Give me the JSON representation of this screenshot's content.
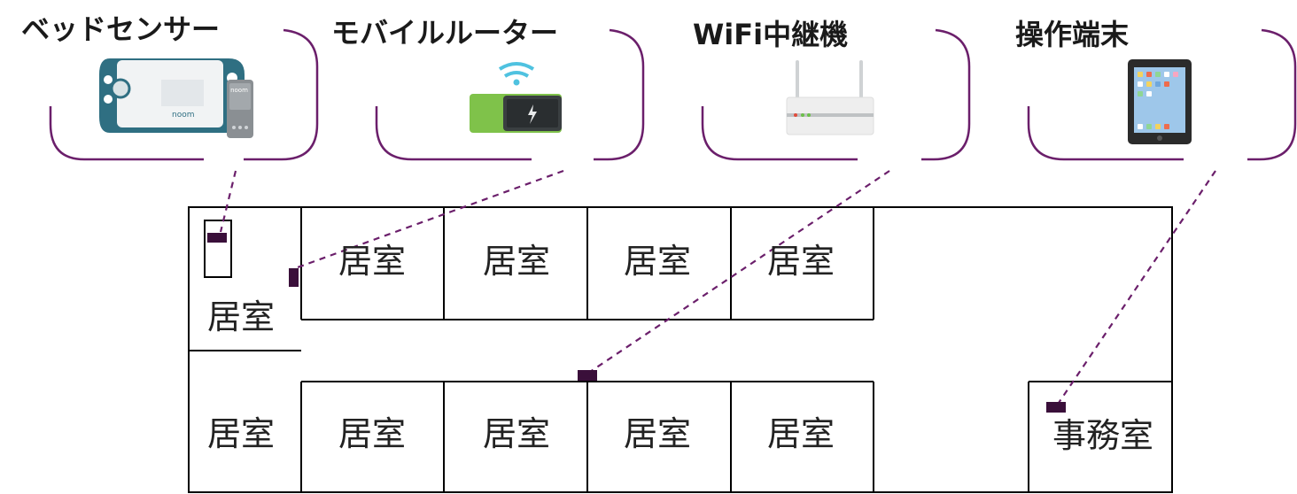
{
  "devices": [
    {
      "id": "bed-sensor",
      "title": "ベッドセンサー",
      "icon": "bed-sensor-device-icon",
      "brand_text": "noom"
    },
    {
      "id": "mobile-router",
      "title": "モバイルルーター",
      "icon": "mobile-router-icon"
    },
    {
      "id": "wifi-repeater",
      "title": "WiFi中継機",
      "icon": "wifi-repeater-icon"
    },
    {
      "id": "terminal",
      "title": "操作端末",
      "icon": "tablet-icon"
    }
  ],
  "rooms": {
    "top_row": [
      "居室",
      "居室",
      "居室",
      "居室"
    ],
    "left_top": "居室",
    "left_bottom": "居室",
    "bottom_row": [
      "居室",
      "居室",
      "居室",
      "居室"
    ],
    "office": "事務室"
  },
  "colors": {
    "bracket": "#6b1f6b",
    "connector": "#6b1f6b",
    "marker": "#3a0f3a",
    "wall": "#000000"
  }
}
